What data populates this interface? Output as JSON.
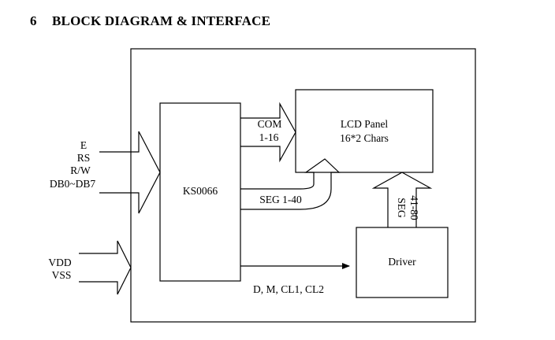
{
  "section": {
    "number": "6",
    "title": "BLOCK DIAGRAM & INTERFACE"
  },
  "diagram": {
    "controller": "KS0066",
    "lcd_panel": [
      "LCD Panel",
      "16*2 Chars"
    ],
    "driver": "Driver",
    "input_signals": [
      "E",
      "RS",
      "R/W",
      "DB0~DB7"
    ],
    "power_signals": [
      "VDD",
      "VSS"
    ],
    "com_label": [
      "COM",
      "1-16"
    ],
    "seg_label": "SEG 1-40",
    "driver_seg_label": [
      "SEG",
      "41-80"
    ],
    "driver_signals": "D, M, CL1, CL2"
  }
}
